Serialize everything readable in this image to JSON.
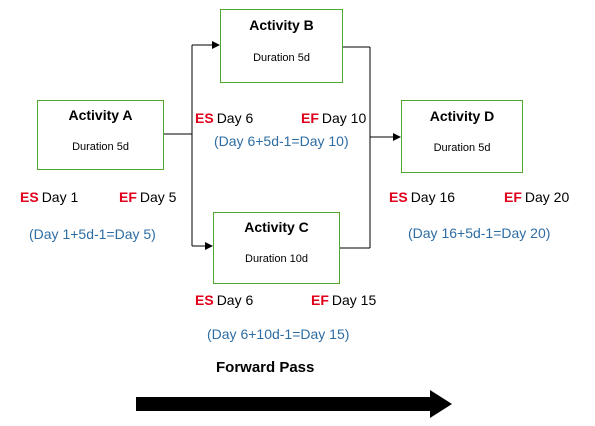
{
  "activities": {
    "a": {
      "name": "Activity A",
      "duration": "Duration 5d",
      "es_key": "ES",
      "es": "Day 1",
      "ef_key": "EF",
      "ef": "Day 5",
      "calc": "(Day 1+5d-1=Day 5)"
    },
    "b": {
      "name": "Activity B",
      "duration": "Duration 5d",
      "es_key": "ES",
      "es": "Day 6",
      "ef_key": "EF",
      "ef": "Day 10",
      "calc": "(Day 6+5d-1=Day 10)"
    },
    "c": {
      "name": "Activity C",
      "duration": "Duration 10d",
      "es_key": "ES",
      "es": "Day 6",
      "ef_key": "EF",
      "ef": "Day 15",
      "calc": "(Day 6+10d-1=Day 15)"
    },
    "d": {
      "name": "Activity D",
      "duration": "Duration 5d",
      "es_key": "ES",
      "es": "Day 16",
      "ef_key": "EF",
      "ef": "Day 20",
      "calc": "(Day 16+5d-1=Day 20)"
    }
  },
  "footer": {
    "label": "Forward Pass"
  },
  "colors": {
    "box_border": "#4ea72e",
    "es_ef": "#e0001b",
    "calc": "#2e6da4",
    "lines": "#000000"
  }
}
